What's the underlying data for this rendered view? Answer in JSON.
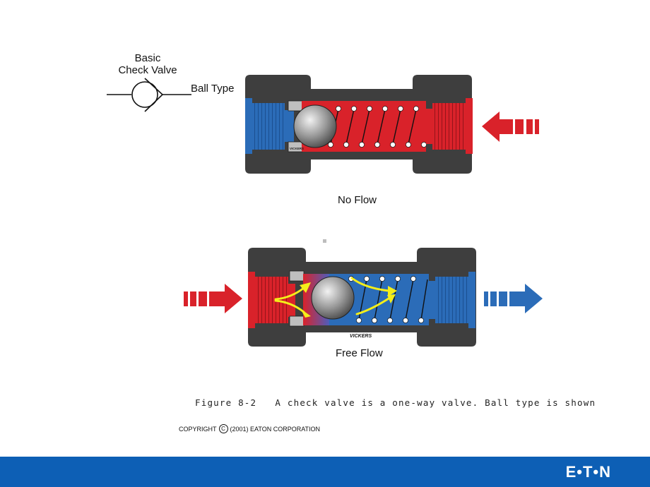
{
  "symbol": {
    "title_line1": "Basic",
    "title_line2": "Check Valve",
    "type_label": "Ball Type"
  },
  "valves": {
    "no_flow_label": "No Flow",
    "free_flow_label": "Free Flow",
    "maker_mark": "VICKERS"
  },
  "caption": "Figure 8-2   A check valve is a one-way valve. Ball type is shown",
  "copyright": {
    "prefix": "COPYRIGHT",
    "symbol": "C",
    "text": "(2001) EATON CORPORATION"
  },
  "footer": {
    "logo": "E•T•N"
  },
  "colors": {
    "red": "#d9222a",
    "blue": "#2b6cb8",
    "body": "#3e3e3e",
    "footer": "#0d5fb5",
    "flow": "#f4ee1a"
  }
}
